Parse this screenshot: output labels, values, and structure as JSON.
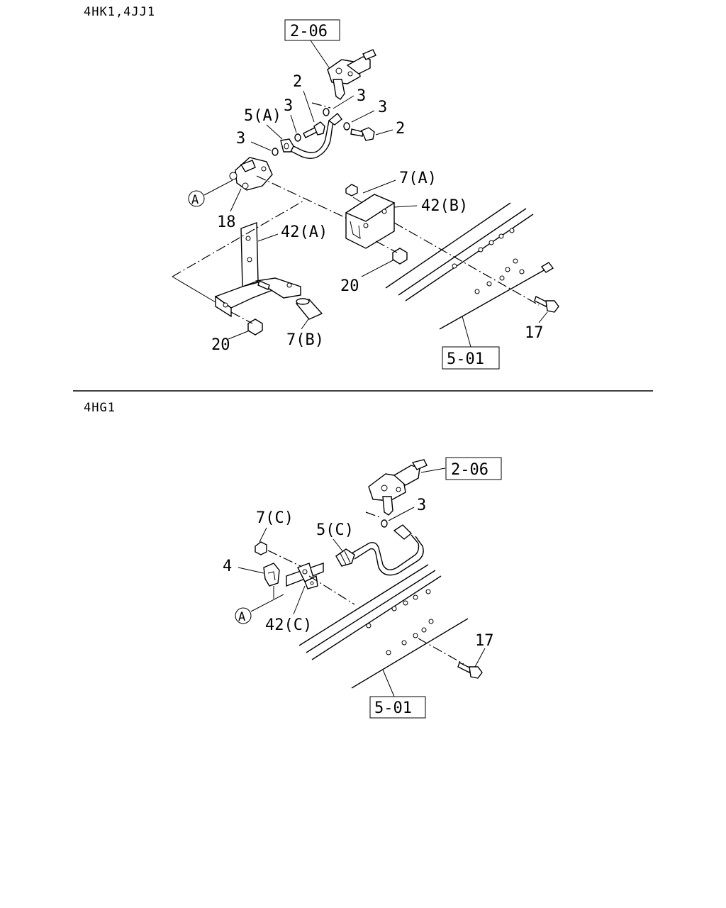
{
  "sections": {
    "top": "4HK1,4JJ1",
    "bottom": "4HG1"
  },
  "top_labels": {
    "ref_206": "2-06",
    "l2a": "2",
    "l3a": "3",
    "l3b": "3",
    "l3c": "3",
    "l2b": "2",
    "l5a": "5(A)",
    "l3d": "3",
    "l7a": "7(A)",
    "l42b": "42(B)",
    "circleA": "A",
    "l18": "18",
    "l42a": "42(A)",
    "l20a": "20",
    "l20b": "20",
    "l7b": "7(B)",
    "l17": "17",
    "ref_501": "5-01"
  },
  "bottom_labels": {
    "ref_206": "2-06",
    "l3": "3",
    "l7c": "7(C)",
    "l5c": "5(C)",
    "l4": "4",
    "circleA": "A",
    "l42c": "42(C)",
    "l17": "17",
    "ref_501": "5-01"
  }
}
